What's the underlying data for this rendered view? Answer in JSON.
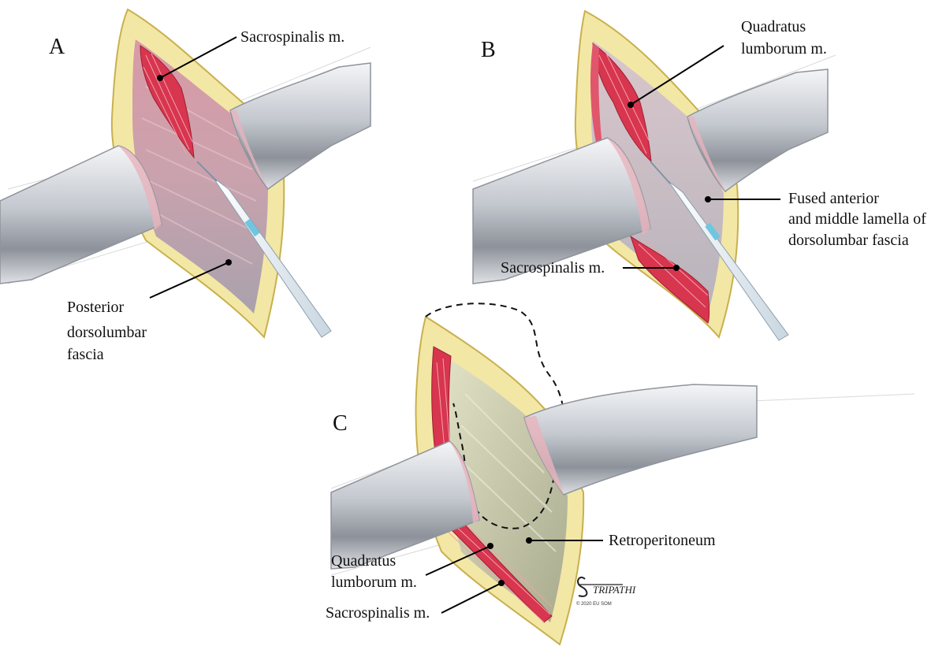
{
  "panels": {
    "a": {
      "letter": "A",
      "labels": {
        "sacrospinalis": "Sacrospinalis m.",
        "posterior_line1": "Posterior",
        "posterior_line2": "dorsolumbar",
        "posterior_line3": "fascia"
      }
    },
    "b": {
      "letter": "B",
      "labels": {
        "quadratus_line1": "Quadratus",
        "quadratus_line2": "lumborum m.",
        "fused_line1": "Fused anterior",
        "fused_line2": "and middle lamella of",
        "fused_line3": "dorsolumbar fascia",
        "sacrospinalis": "Sacrospinalis m."
      }
    },
    "c": {
      "letter": "C",
      "labels": {
        "retroperitoneum": "Retroperitoneum",
        "quadratus_line1": "Quadratus",
        "quadratus_line2": "lumborum m.",
        "sacrospinalis": "Sacrospinalis m."
      }
    }
  },
  "signature": "TRIPATHI",
  "credit": "© 2020 EU SOM",
  "colors": {
    "fat": "#f3e7a6",
    "fat_edge": "#cdb553",
    "muscle": "#d8354f",
    "fascia_pink": "#d8a3ad",
    "fascia_gray": "#aea7b1",
    "retro": "#d6d6b4",
    "steel": "#c9ccd2",
    "steel_dark": "#8f949c"
  }
}
